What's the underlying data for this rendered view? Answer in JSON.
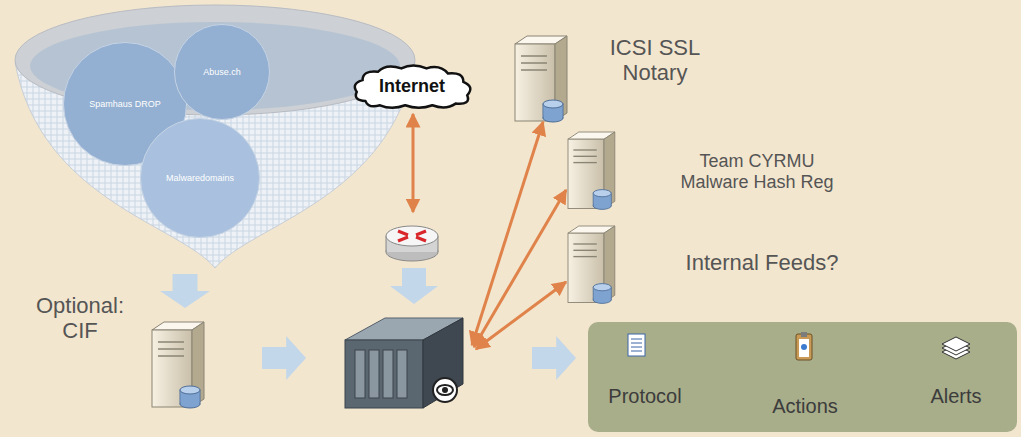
{
  "diagram": {
    "nodes": [
      {
        "text": [
          "Spamhaus DROP"
        ]
      },
      {
        "text": [
          "Abuse.ch"
        ]
      },
      {
        "text": [
          "Malwaredomains"
        ]
      },
      {
        "text": [
          "Internet"
        ]
      },
      {
        "text": [
          "ICSI SSL Notary"
        ]
      },
      {
        "text": [
          "Team CYRMU Malware Hash Reg"
        ]
      },
      {
        "text": [
          "Internal Feeds?"
        ]
      },
      {
        "text": [
          "Optional: CIF"
        ]
      },
      {
        "text": [
          "Protocol",
          "Actions",
          "Alerts"
        ]
      }
    ]
  }
}
